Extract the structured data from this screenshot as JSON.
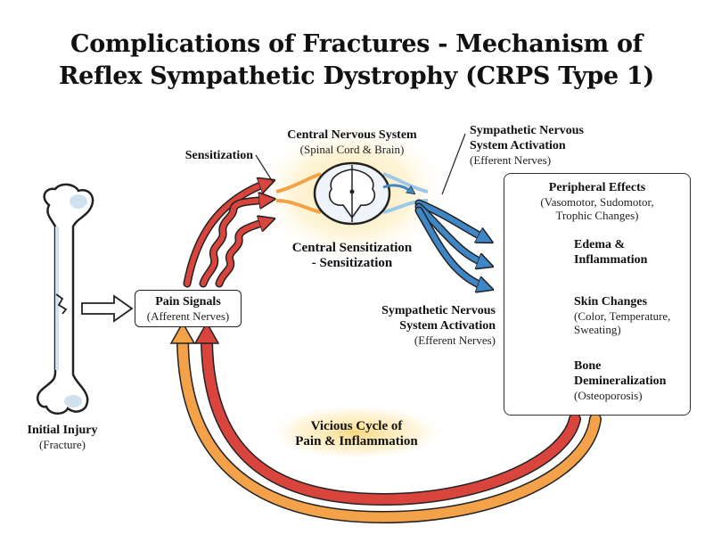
{
  "title": {
    "line1": "Complications of Fractures - Mechanism of",
    "line2": "Reflex Sympathetic Dystrophy (CRPS Type 1)"
  },
  "cns": {
    "title": "Central Nervous System",
    "subtitle": "(Spinal Cord & Brain)"
  },
  "sensitization": "Sensitization",
  "central_sensitization": {
    "line1": "Central Sensitization",
    "line2": "- Sensitization"
  },
  "sympathetic_top": {
    "line1": "Sympathetic Nervous",
    "line2": "System Activation",
    "line3": "(Efferent Nerves)"
  },
  "sympathetic_mid": {
    "line1": "Sympathetic Nervous",
    "line2": "System Activation",
    "line3": "(Efferent Nerves)"
  },
  "pain_signals": {
    "title": "Pain Signals",
    "subtitle": "(Afferent Nerves)"
  },
  "initial_injury": {
    "title": "Initial Injury",
    "subtitle": "(Fracture)"
  },
  "vicious_cycle": {
    "line1": "Vicious Cycle of",
    "line2": "Pain & Inflammation"
  },
  "peripheral": {
    "title": "Peripheral Effects",
    "subtitle1": "(Vasomotor, Sudomotor,",
    "subtitle2": "Trophic Changes)",
    "items": [
      {
        "line1": "Edema &",
        "line2": "Inflammation",
        "icon": "foot-icon"
      },
      {
        "line1": "Skin Changes",
        "line2": "(Color, Temperature,",
        "line3": "Sweating)",
        "icon": "hand-icon"
      },
      {
        "line1": "Bone",
        "line2": "Demineralization",
        "line3": "(Osteoporosis)",
        "icon": "bone-icon"
      }
    ]
  },
  "colors": {
    "afferent_red": "#d9453c",
    "efferent_blue": "#3f86c6",
    "glow_yellow": "#fbe3a0",
    "bone_blue": "#cfe1ef"
  }
}
